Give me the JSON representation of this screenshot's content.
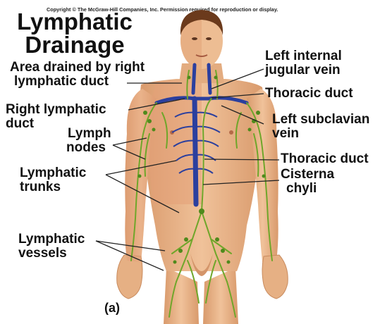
{
  "copyright": "Copyright © The McGraw-Hill Companies, Inc. Permission required for reproduction or display.",
  "title": [
    "Lymphatic",
    "Drainage"
  ],
  "labels": {
    "area_drained": [
      "Area drained by right",
      "lymphatic duct"
    ],
    "right_lymphatic_duct": [
      "Right lymphatic",
      "duct"
    ],
    "lymph_nodes": [
      "Lymph",
      "nodes"
    ],
    "lymphatic_trunks": [
      "Lymphatic",
      "trunks"
    ],
    "lymphatic_vessels": [
      "Lymphatic",
      "vessels"
    ],
    "left_internal_jugular": [
      "Left internal",
      "jugular vein"
    ],
    "thoracic_duct_upper": "Thoracic duct",
    "left_subclavian": [
      "Left subclavian",
      "vein"
    ],
    "thoracic_duct_lower": "Thoracic duct",
    "cisterna_chyli": [
      "Cisterna",
      "chyli"
    ]
  },
  "panel_label": "(a)",
  "colors": {
    "skin": "#eab78c",
    "skin_shadow": "#d7996b",
    "drained_region": "#e8a47c",
    "hair": "#6b3a1c",
    "vein": "#2b3f9e",
    "lymph": "#6fa62a",
    "lymph_node": "#4f8a1c",
    "leader": "#222222"
  }
}
